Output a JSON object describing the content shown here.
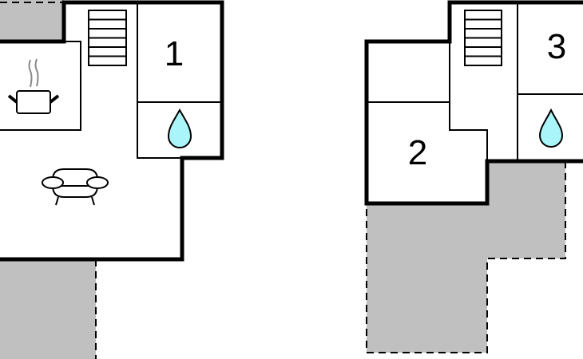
{
  "plan": {
    "rooms": [
      {
        "label": "1"
      },
      {
        "label": "2"
      },
      {
        "label": "3"
      }
    ]
  },
  "colors": {
    "terrace": "#c0c0c0",
    "water": "#aaf5fa",
    "wall": "#000000"
  }
}
